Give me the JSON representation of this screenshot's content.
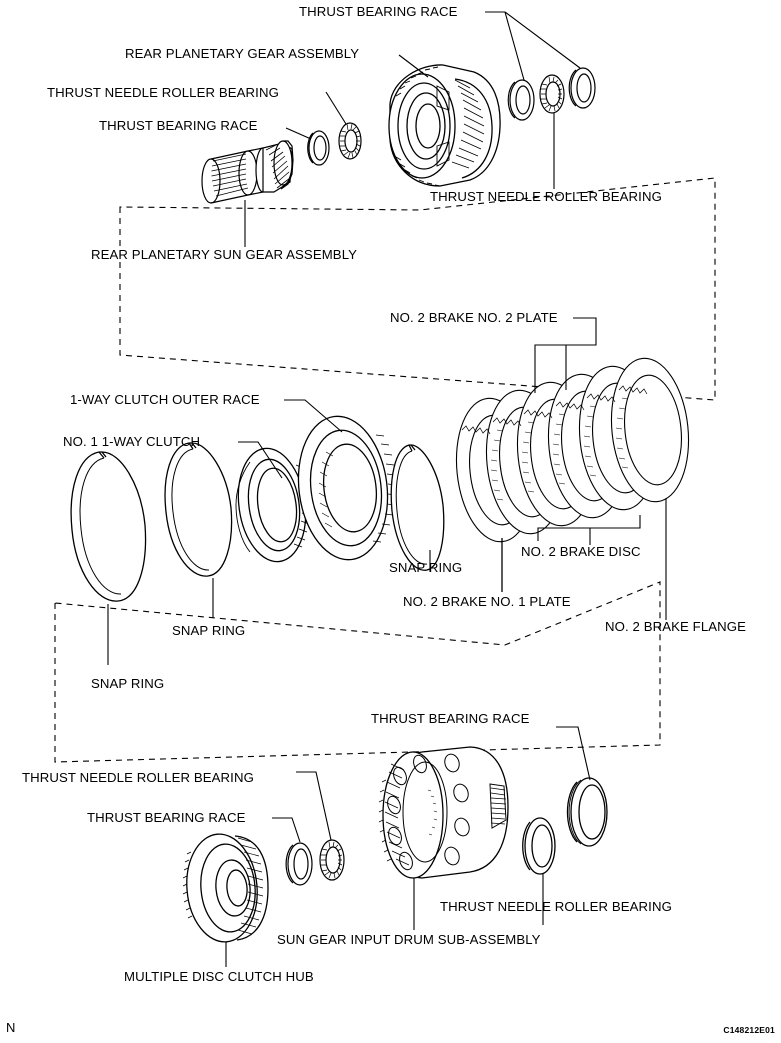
{
  "diagram": {
    "type": "exploded-parts-diagram",
    "subject": "Automatic transmission rear planetary / No. 2 brake assembly",
    "orientation_marker": "N",
    "figure_code": "C148212E01",
    "line_color": "#000000",
    "background_color": "#ffffff"
  },
  "labels": [
    {
      "id": "thrust-bearing-race-top",
      "text": "THRUST BEARING RACE"
    },
    {
      "id": "rear-planetary-gear-assembly",
      "text": "REAR PLANETARY GEAR ASSEMBLY"
    },
    {
      "id": "thrust-needle-roller-bearing-1",
      "text": "THRUST NEEDLE ROLLER BEARING"
    },
    {
      "id": "thrust-bearing-race-2",
      "text": "THRUST BEARING RACE"
    },
    {
      "id": "thrust-needle-roller-bearing-2",
      "text": "THRUST NEEDLE ROLLER BEARING"
    },
    {
      "id": "rear-planetary-sun-gear-assembly",
      "text": "REAR PLANETARY SUN GEAR ASSEMBLY"
    },
    {
      "id": "no2-brake-no2-plate",
      "text": "NO. 2 BRAKE NO. 2 PLATE"
    },
    {
      "id": "one-way-clutch-outer-race",
      "text": "1-WAY CLUTCH OUTER RACE"
    },
    {
      "id": "no1-one-way-clutch",
      "text": "NO. 1 1-WAY CLUTCH"
    },
    {
      "id": "snap-ring-3",
      "text": "SNAP RING"
    },
    {
      "id": "no2-brake-disc",
      "text": "NO. 2 BRAKE DISC"
    },
    {
      "id": "snap-ring-2",
      "text": "SNAP RING"
    },
    {
      "id": "no2-brake-no1-plate",
      "text": "NO. 2 BRAKE NO. 1 PLATE"
    },
    {
      "id": "no2-brake-flange",
      "text": "NO. 2 BRAKE FLANGE"
    },
    {
      "id": "snap-ring-1",
      "text": "SNAP RING"
    },
    {
      "id": "thrust-bearing-race-3",
      "text": "THRUST BEARING RACE"
    },
    {
      "id": "thrust-needle-roller-bearing-3",
      "text": "THRUST NEEDLE ROLLER BEARING"
    },
    {
      "id": "thrust-bearing-race-4",
      "text": "THRUST BEARING RACE"
    },
    {
      "id": "thrust-needle-roller-bearing-4",
      "text": "THRUST NEEDLE ROLLER BEARING"
    },
    {
      "id": "sun-gear-input-drum-sub-assembly",
      "text": "SUN GEAR INPUT DRUM SUB-ASSEMBLY"
    },
    {
      "id": "multiple-disc-clutch-hub",
      "text": "MULTIPLE DISC CLUTCH HUB"
    }
  ],
  "groups": [
    {
      "id": "group-1",
      "name": "rear planetary group"
    },
    {
      "id": "group-2",
      "name": "no. 2 brake / one-way clutch group"
    },
    {
      "id": "group-3",
      "name": "sun gear input drum group"
    }
  ]
}
